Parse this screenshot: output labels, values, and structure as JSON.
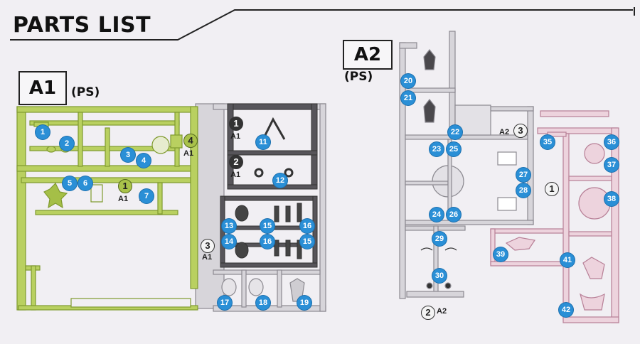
{
  "title": "PARTS LIST",
  "runners": [
    {
      "id": "A1",
      "material": "(PS)"
    },
    {
      "id": "A2",
      "material": "(PS)"
    }
  ],
  "colors": {
    "green_frame": "#b9d060",
    "green_stroke": "#7f9a2e",
    "gray_frame": "#d7d5da",
    "gray_stroke": "#8b8990",
    "dark_frame": "#57555a",
    "pink_frame": "#edd3dd",
    "pink_stroke": "#b77f96",
    "badge": "#2a8fd6"
  },
  "sub_tags": [
    {
      "num": "4",
      "code": "A1"
    },
    {
      "num": "1",
      "code": "A1"
    },
    {
      "num": "1",
      "code": "A1"
    },
    {
      "num": "2",
      "code": "A1"
    },
    {
      "num": "3",
      "code": "A1"
    },
    {
      "num": "3",
      "code": "A2"
    },
    {
      "num": "2",
      "code": "A2"
    },
    {
      "num": "1",
      "code": ""
    }
  ],
  "parts": [
    {
      "n": "1"
    },
    {
      "n": "2"
    },
    {
      "n": "3"
    },
    {
      "n": "4"
    },
    {
      "n": "5"
    },
    {
      "n": "6"
    },
    {
      "n": "7"
    },
    {
      "n": "11"
    },
    {
      "n": "12"
    },
    {
      "n": "13"
    },
    {
      "n": "14"
    },
    {
      "n": "15"
    },
    {
      "n": "15"
    },
    {
      "n": "16"
    },
    {
      "n": "16"
    },
    {
      "n": "15"
    },
    {
      "n": "17"
    },
    {
      "n": "18"
    },
    {
      "n": "19"
    },
    {
      "n": "20"
    },
    {
      "n": "21"
    },
    {
      "n": "22"
    },
    {
      "n": "23"
    },
    {
      "n": "25"
    },
    {
      "n": "24"
    },
    {
      "n": "26"
    },
    {
      "n": "27"
    },
    {
      "n": "28"
    },
    {
      "n": "29"
    },
    {
      "n": "30"
    },
    {
      "n": "35"
    },
    {
      "n": "36"
    },
    {
      "n": "37"
    },
    {
      "n": "38"
    },
    {
      "n": "39"
    },
    {
      "n": "41"
    },
    {
      "n": "42"
    }
  ]
}
